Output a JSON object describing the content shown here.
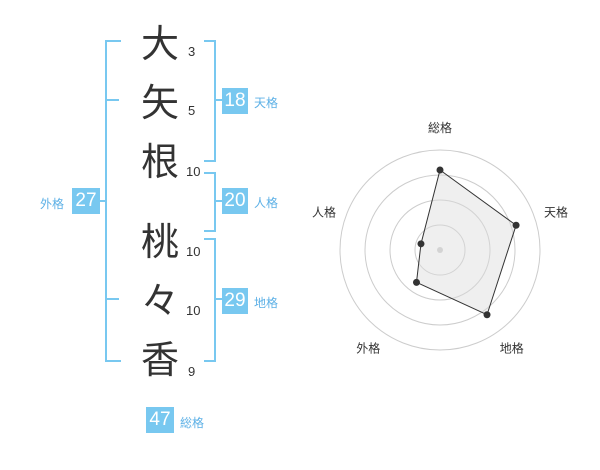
{
  "name_chars": [
    {
      "char": "大",
      "strokes": "3"
    },
    {
      "char": "矢",
      "strokes": "5"
    },
    {
      "char": "根",
      "strokes": "10"
    },
    {
      "char": "桃",
      "strokes": "10"
    },
    {
      "char": "々",
      "strokes": "10"
    },
    {
      "char": "香",
      "strokes": "9"
    }
  ],
  "kakusu": {
    "tenkaku": {
      "value": "18",
      "label": "天格"
    },
    "jinkaku": {
      "value": "20",
      "label": "人格"
    },
    "chikaku": {
      "value": "29",
      "label": "地格"
    },
    "gaikaku": {
      "value": "27",
      "label": "外格"
    },
    "soukaku": {
      "value": "47",
      "label": "総格"
    }
  },
  "colors": {
    "accent": "#78c8f0",
    "text": "#333333"
  },
  "chart_data": {
    "type": "radar",
    "axes": [
      "総格",
      "天格",
      "地格",
      "外格",
      "人格"
    ],
    "values": [
      4,
      4,
      4,
      2,
      1
    ],
    "max": 5,
    "rings": 4
  }
}
